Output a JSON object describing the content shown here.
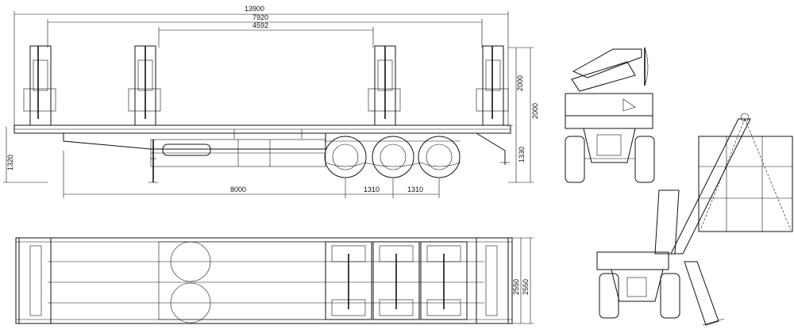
{
  "dimensions": {
    "overall_length": "13900",
    "inner_length": "7920",
    "crane_span": "4592",
    "kingpin_to_axle": "8000",
    "axle_spacing_1": "1310",
    "axle_spacing_2": "1310",
    "crane_height": "2000",
    "total_height": "2000",
    "deck_height": "1330",
    "front_height": "1320",
    "width_outer": "2550",
    "width_inner": "2550"
  }
}
